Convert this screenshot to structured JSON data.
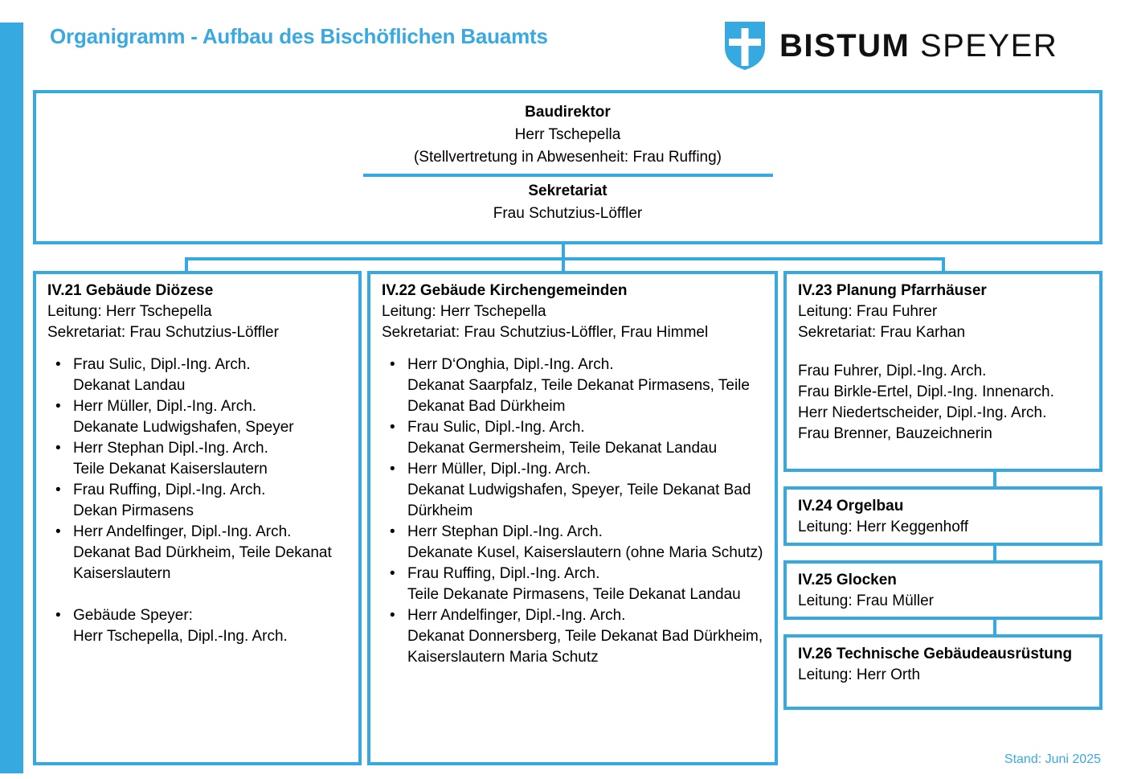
{
  "header": {
    "title": "Organigramm  - Aufbau des Bischöflichen Bauamts",
    "logo": {
      "icon": "shield-cross-icon",
      "word1": "BISTUM",
      "word2": " SPEYER"
    }
  },
  "colors": {
    "accent": "#36A9E1",
    "title": "#3AA9E0",
    "text": "#000000",
    "background": "#FFFFFF"
  },
  "root": {
    "role_title": "Baudirektor",
    "role_person": "Herr Tschepella",
    "role_deputy": "(Stellvertretung in Abwesenheit: Frau Ruffing)",
    "sekretariat_title": "Sekretariat",
    "sekretariat_person": "Frau Schutzius-Löffler"
  },
  "units": [
    {
      "title": "IV.21 Gebäude Diözese",
      "leitung": "Leitung: Herr Tschepella",
      "sekretariat": "Sekretariat: Frau Schutzius-Löffler",
      "people": [
        {
          "name": "Frau Sulic, Dipl.-Ing. Arch.",
          "detail": "Dekanat Landau"
        },
        {
          "name": "Herr Müller, Dipl.-Ing. Arch.",
          "detail": "Dekanate Ludwigshafen, Speyer"
        },
        {
          "name": "Herr Stephan Dipl.-Ing. Arch.",
          "detail": "Teile Dekanat Kaiserslautern"
        },
        {
          "name": "Frau Ruffing, Dipl.-Ing. Arch.",
          "detail": "Dekan Pirmasens"
        },
        {
          "name": "Herr Andelfinger, Dipl.-Ing. Arch.",
          "detail": "Dekanat Bad Dürkheim, Teile Dekanat Kaiserslautern"
        },
        {
          "name": "Gebäude Speyer:",
          "detail": "Herr Tschepella, Dipl.-Ing. Arch.",
          "spaced": true
        }
      ]
    },
    {
      "title": "IV.22 Gebäude Kirchengemeinden",
      "leitung": "Leitung: Herr Tschepella",
      "sekretariat": "Sekretariat: Frau Schutzius-Löffler, Frau Himmel",
      "people": [
        {
          "name": "Herr D‘Onghia, Dipl.-Ing. Arch.",
          "detail": "Dekanat Saarpfalz, Teile Dekanat Pirmasens, Teile Dekanat Bad Dürkheim"
        },
        {
          "name": "Frau Sulic, Dipl.-Ing. Arch.",
          "detail": "Dekanat Germersheim, Teile Dekanat Landau"
        },
        {
          "name": "Herr Müller, Dipl.-Ing. Arch.",
          "detail": "Dekanat Ludwigshafen, Speyer, Teile Dekanat Bad Dürkheim"
        },
        {
          "name": "Herr Stephan Dipl.-Ing. Arch.",
          "detail": "Dekanate Kusel, Kaiserslautern (ohne Maria Schutz)"
        },
        {
          "name": "Frau Ruffing, Dipl.-Ing. Arch.",
          "detail": "Teile Dekanate Pirmasens, Teile Dekanat Landau"
        },
        {
          "name": "Herr Andelfinger, Dipl.-Ing. Arch.",
          "detail": "Dekanat Donnersberg, Teile Dekanat Bad Dürkheim, Kaiserslautern Maria Schutz"
        }
      ]
    },
    {
      "title": "IV.23 Planung Pfarrhäuser",
      "leitung": "Leitung: Frau Fuhrer",
      "sekretariat": "Sekretariat: Frau Karhan",
      "staff": [
        "Frau Fuhrer, Dipl.-Ing. Arch.",
        "Frau Birkle-Ertel, Dipl.-Ing. Innenarch.",
        "Herr Niedertscheider, Dipl.-Ing. Arch.",
        "Frau Brenner, Bauzeichnerin"
      ]
    }
  ],
  "small_units": [
    {
      "title": "IV.24 Orgelbau",
      "leitung": "Leitung: Herr Keggenhoff"
    },
    {
      "title": "IV.25 Glocken",
      "leitung": "Leitung: Frau Müller"
    },
    {
      "title": "IV.26 Technische Gebäudeausrüstung",
      "leitung": "Leitung: Herr Orth"
    }
  ],
  "footer": {
    "stand": "Stand: Juni 2025"
  }
}
